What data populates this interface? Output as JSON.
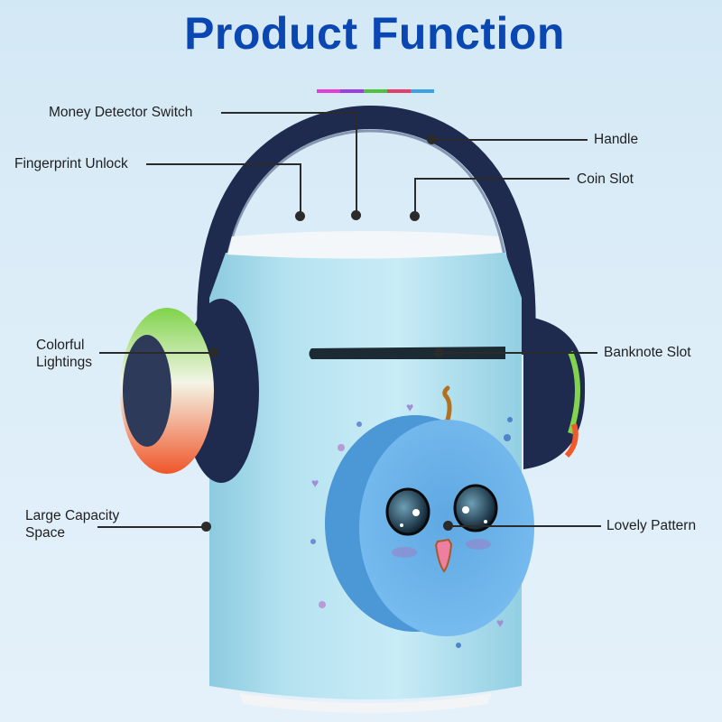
{
  "header": {
    "title": "Product Function",
    "accent_bar_colors": [
      "#e33fd6",
      "#9b3fe0",
      "#4fc13a",
      "#e23f6d",
      "#3aa3e0"
    ]
  },
  "callouts": {
    "money_detector_switch": "Money Detector Switch",
    "handle": "Handle",
    "fingerprint_unlock": "Fingerprint Unlock",
    "coin_slot": "Coin Slot",
    "colorful_lightings": [
      "Colorful",
      "Lightings"
    ],
    "banknote_slot": "Banknote Slot",
    "large_capacity_space": [
      "Large Capacity",
      "Space"
    ],
    "lovely_pattern": "Lovely Pattern"
  },
  "colors": {
    "title": "#0b47b3",
    "headband": "#1e2b4e",
    "body": "#a7d9ea",
    "lid": "#f4f7f9",
    "face": "#5aa9e6"
  }
}
